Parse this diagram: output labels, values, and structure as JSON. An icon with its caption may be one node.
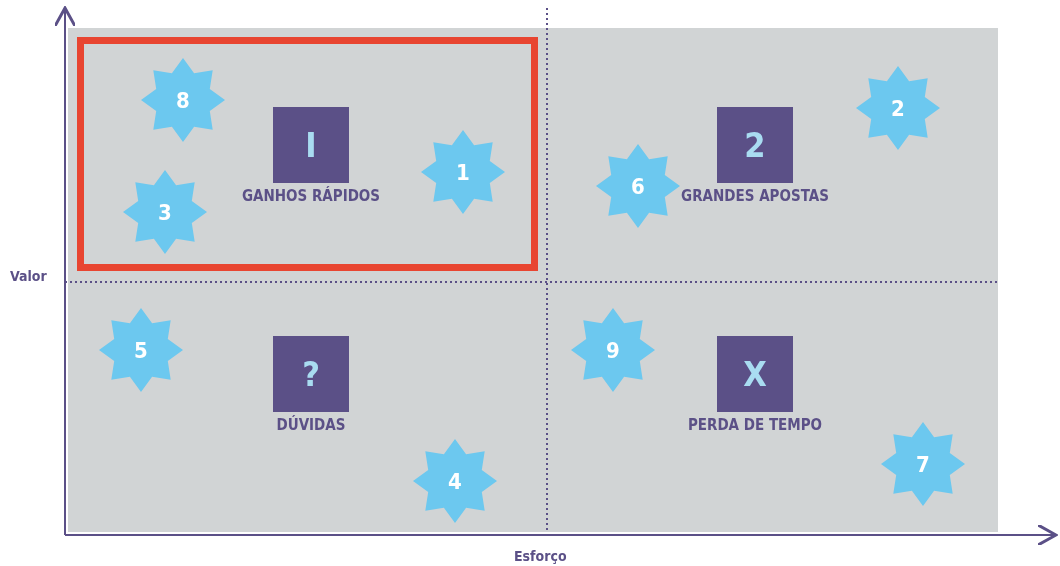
{
  "diagram": {
    "nodes": [
      {
        "text": [
          "I"
        ],
        "beside": [
          "GANHOS RÁPIDOS"
        ]
      },
      {
        "text": [
          "2"
        ],
        "beside": [
          "GRANDES APOSTAS"
        ]
      },
      {
        "text": [
          "?"
        ],
        "beside": [
          "DÚVIDAS"
        ]
      },
      {
        "text": [
          "X"
        ],
        "beside": [
          "PERDA DE TEMPO"
        ]
      },
      {
        "text": [
          "8"
        ]
      },
      {
        "text": [
          "2"
        ]
      },
      {
        "text": [
          "1"
        ]
      },
      {
        "text": [
          "6"
        ]
      },
      {
        "text": [
          "3"
        ]
      },
      {
        "text": [
          "5"
        ]
      },
      {
        "text": [
          "9"
        ]
      },
      {
        "text": [
          "7"
        ]
      },
      {
        "text": [
          "4"
        ]
      }
    ],
    "edges": [],
    "labels": [
      "Valor",
      "Esforço"
    ]
  }
}
